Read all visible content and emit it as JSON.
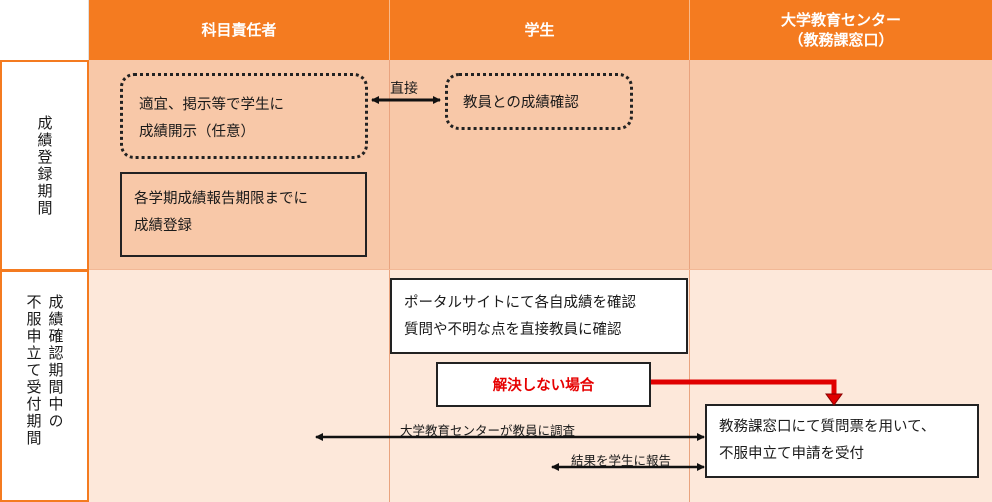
{
  "header": {
    "col_teacher": "科目責任者",
    "col_student": "学生",
    "col_center_line1": "大学教育センター",
    "col_center_line2": "（教務課窓口）"
  },
  "rows": {
    "row1_label": "成績登録期間",
    "row2_label_col1": "成績確認期間中の",
    "row2_label_col2": "不服申立て受付期間"
  },
  "boxes": {
    "disclose_line1": "適宜、掲示等で学生に",
    "disclose_line2": "成績開示（任意）",
    "register_line1": "各学期成績報告期限までに",
    "register_line2": "成績登録",
    "student_confirm": "教員との成績確認",
    "portal_line1": "ポータルサイトにて各自成績を確認",
    "portal_line2": "質問や不明な点を直接教員に確認",
    "unresolved": "解決しない場合",
    "office_line1": "教務課窓口にて質問票を用いて、",
    "office_line2": "不服申立て申請を受付"
  },
  "arrows": {
    "direct": "直接",
    "investigate": "大学教育センターが教員に調査",
    "report": "結果を学生に報告"
  },
  "colors": {
    "header": "#f47b20",
    "band_registration": "#f8c8a8",
    "band_appeal": "#fde8da",
    "highlight_text": "#e60000",
    "highlight_arrow": "#e00000"
  }
}
